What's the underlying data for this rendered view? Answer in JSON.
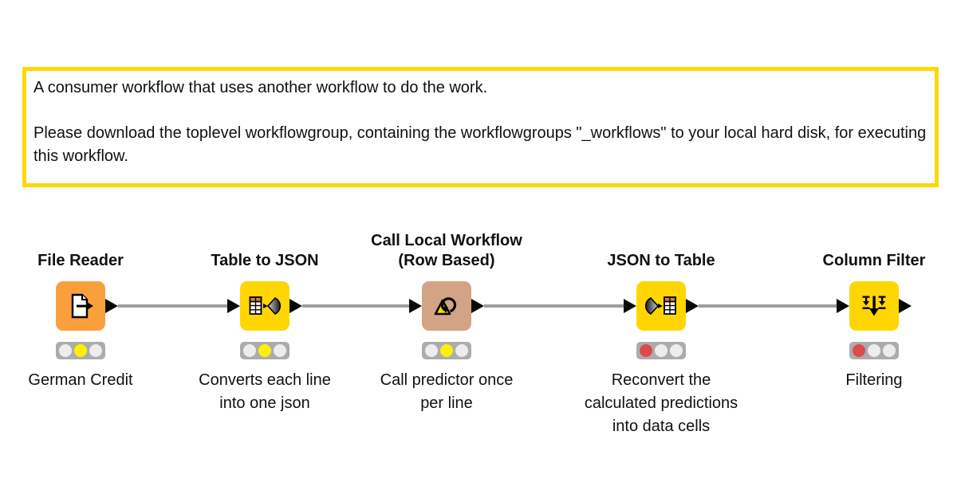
{
  "annotation": {
    "paragraph1": "A consumer workflow that uses another workflow to do the work.",
    "paragraph2": "Please download the toplevel workflowgroup, containing the workflowgroups \"_workflows\" to your local hard disk, for executing this workflow.",
    "border_color": "#FFD800"
  },
  "workflow": {
    "connection_color": "#9E9E9E",
    "port_color": "#0A0A0A",
    "traffic_bar_color": "#ACACAC",
    "status_colors": {
      "off": "#EDEDED",
      "configured_yellow": "#FFF000",
      "error_red": "#DD4A4A"
    },
    "nodes": [
      {
        "title": "File Reader",
        "caption": "German Credit",
        "color": "#F9A03C",
        "icon": "file-export-icon",
        "status": "configured",
        "lights": [
          "#EDEDED",
          "#FFF000",
          "#EDEDED"
        ]
      },
      {
        "title": "Table to JSON",
        "caption": "Converts each line\ninto one json",
        "color": "#FFD601",
        "icon": "table-to-json-icon",
        "status": "configured",
        "lights": [
          "#EDEDED",
          "#FFF000",
          "#EDEDED"
        ]
      },
      {
        "title": "Call Local Workflow\n(Row Based)",
        "caption": "Call predictor once\nper line",
        "color": "#D2A384",
        "icon": "call-workflow-loop-icon",
        "status": "configured",
        "lights": [
          "#EDEDED",
          "#FFF000",
          "#EDEDED"
        ]
      },
      {
        "title": "JSON to Table",
        "caption": "Reconvert the\ncalculated predictions\ninto data cells",
        "color": "#FFD601",
        "icon": "json-to-table-icon",
        "status": "not-configured",
        "lights": [
          "#DD4A4A",
          "#EDEDED",
          "#EDEDED"
        ]
      },
      {
        "title": "Column Filter",
        "caption": "Filtering",
        "color": "#FFD601",
        "icon": "column-filter-icon",
        "status": "not-configured",
        "lights": [
          "#DD4A4A",
          "#EDEDED",
          "#EDEDED"
        ]
      }
    ]
  }
}
